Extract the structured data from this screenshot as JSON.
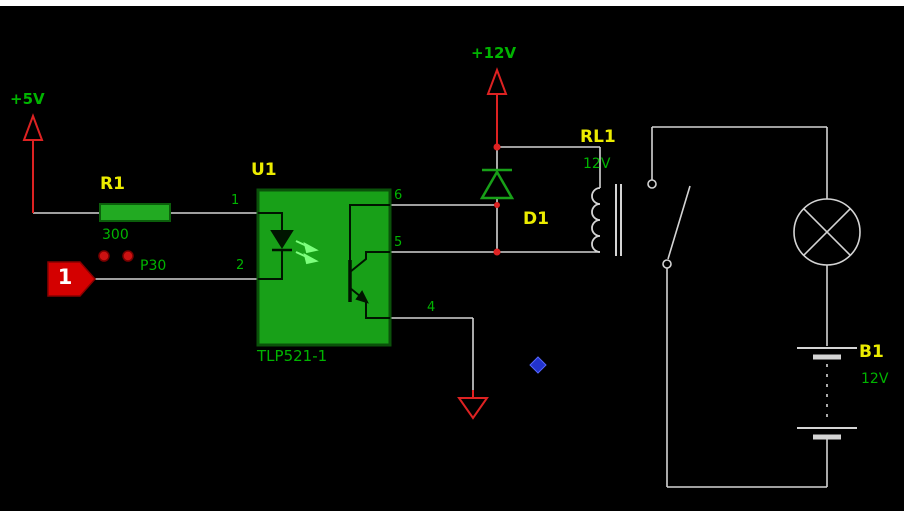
{
  "canvas": {
    "background": "#000000",
    "wire_color": "#d4d4d4",
    "component_green": "#18a018",
    "ref_color": "#ecec00",
    "value_color": "#00b400",
    "power_red": "#dd2222"
  },
  "power_rails": {
    "vcc5": "+5V",
    "vcc12": "+12V"
  },
  "resistor": {
    "ref": "R1",
    "value": "300"
  },
  "input_marker": {
    "number": "1",
    "net_label": "P30"
  },
  "optocoupler": {
    "ref": "U1",
    "part": "TLP521-1",
    "pins": {
      "p1": "1",
      "p2": "2",
      "p4": "4",
      "p5": "5",
      "p6": "6"
    }
  },
  "diode": {
    "ref": "D1"
  },
  "relay": {
    "ref": "RL1",
    "value": "12V"
  },
  "battery": {
    "ref": "B1",
    "value": "12V"
  }
}
